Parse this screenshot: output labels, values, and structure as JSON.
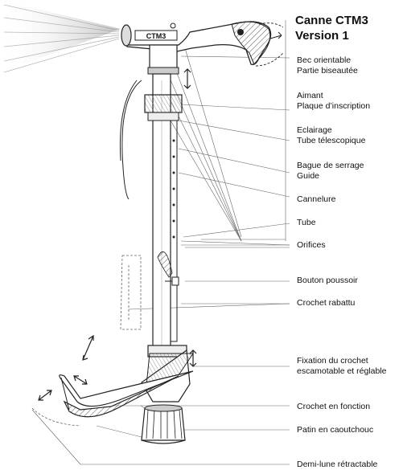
{
  "title": {
    "line1": "Canne CTM3",
    "line2": "Version 1"
  },
  "handle_mark": "CTM3",
  "labels": {
    "bec": [
      "Bec orientable",
      "Partie biseautée"
    ],
    "aimant": [
      "Aimant",
      "Plaque d’inscription"
    ],
    "eclairage": [
      "Eclairage",
      "Tube télescopique"
    ],
    "bague": [
      "Bague de serrage",
      "Guide"
    ],
    "cannelure": [
      "Cannelure"
    ],
    "tube": [
      "Tube"
    ],
    "orifices": [
      "Orifices"
    ],
    "bouton": [
      "Bouton poussoir"
    ],
    "crochet_rabattu": [
      "Crochet rabattu"
    ],
    "fixation": [
      "Fixation du crochet",
      "escamotable et réglable"
    ],
    "crochet_fonction": [
      "Crochet en fonction"
    ],
    "patin": [
      "Patin en caoutchouc"
    ],
    "demi_lune": [
      "Demi-lune rétractable"
    ]
  }
}
